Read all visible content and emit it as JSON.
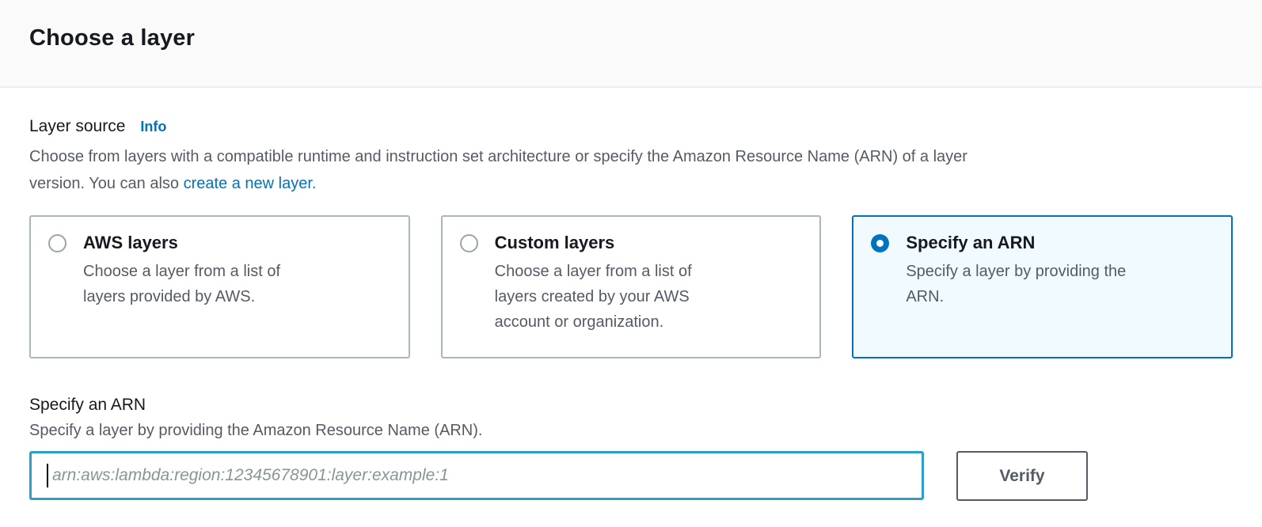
{
  "header": {
    "title": "Choose a layer"
  },
  "layer_source": {
    "label": "Layer source",
    "info_link": "Info",
    "description_text": "Choose from layers with a compatible runtime and instruction set architecture or specify the Amazon Resource Name (ARN) of a layer\nversion. You can also ",
    "description_link": "create a new layer."
  },
  "options": [
    {
      "title": "AWS layers",
      "description": "Choose a layer from a list of\nlayers provided by AWS.",
      "selected": false
    },
    {
      "title": "Custom layers",
      "description": "Choose a layer from a list of\nlayers created by your AWS\naccount or organization.",
      "selected": false
    },
    {
      "title": "Specify an ARN",
      "description": "Specify a layer by providing the\nARN.",
      "selected": true
    }
  ],
  "arn_section": {
    "title": "Specify an ARN",
    "description": "Specify a layer by providing the Amazon Resource Name (ARN).",
    "input_value": "",
    "input_placeholder": "arn:aws:lambda:region:12345678901:layer:example:1",
    "verify_button": "Verify"
  },
  "colors": {
    "accent_blue": "#0073bb",
    "focus_border": "#2a9fc9",
    "selected_tile_bg": "#f1faff",
    "heading_text": "#16191f",
    "secondary_text": "#545b64",
    "header_bg": "#fafafa",
    "divider": "#eaeded"
  }
}
